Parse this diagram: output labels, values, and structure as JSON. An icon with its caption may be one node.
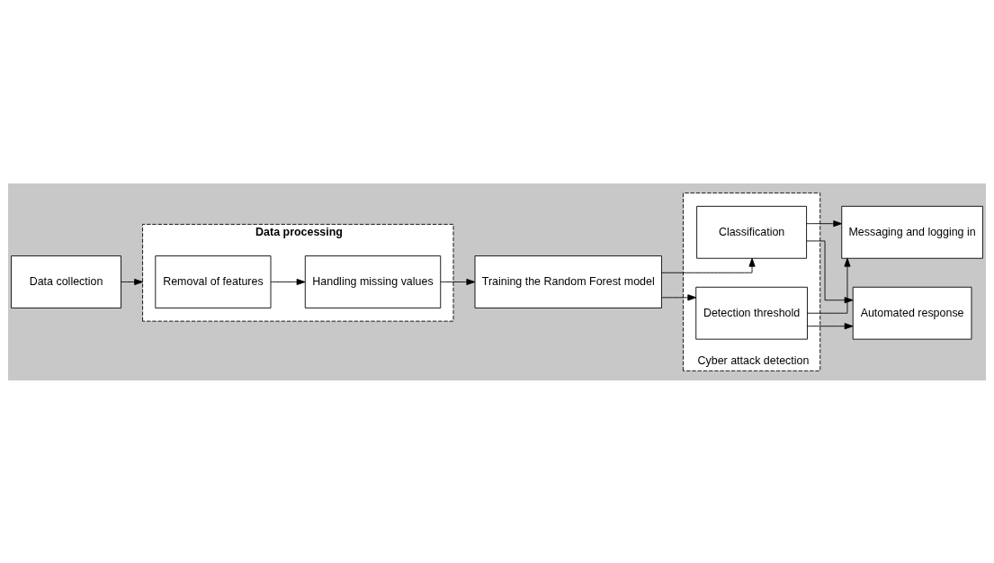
{
  "diagram": {
    "nodes": [
      {
        "text": [
          "Data collection"
        ]
      },
      {
        "text": [
          "Data processing"
        ]
      },
      {
        "text": [
          "Removal of features"
        ],
        "in": 1
      },
      {
        "text": [
          "Handling missing values"
        ],
        "in": 1
      },
      {
        "text": [
          "Training the Random Forest model"
        ]
      },
      {
        "text": [
          "Cyber attack detection"
        ]
      },
      {
        "text": [
          "Classification"
        ],
        "in": 5
      },
      {
        "text": [
          "Detection threshold"
        ],
        "in": 5
      },
      {
        "text": [
          "Messaging and logging in"
        ]
      },
      {
        "text": [
          "Automated response"
        ]
      }
    ],
    "edges": [
      {
        "from": 0,
        "to": 1,
        "arrow": "to"
      },
      {
        "from": 2,
        "to": 3,
        "arrow": "to"
      },
      {
        "from": 3,
        "to": 4,
        "arrow": "to"
      },
      {
        "from": 4,
        "to": 6,
        "arrow": "to"
      },
      {
        "from": 4,
        "to": 7,
        "arrow": "to"
      },
      {
        "from": 6,
        "to": 8,
        "arrow": "to"
      },
      {
        "from": 6,
        "to": 9,
        "arrow": "to"
      },
      {
        "from": 7,
        "to": 8,
        "arrow": "to"
      },
      {
        "from": 7,
        "to": 9,
        "arrow": "to"
      }
    ]
  }
}
